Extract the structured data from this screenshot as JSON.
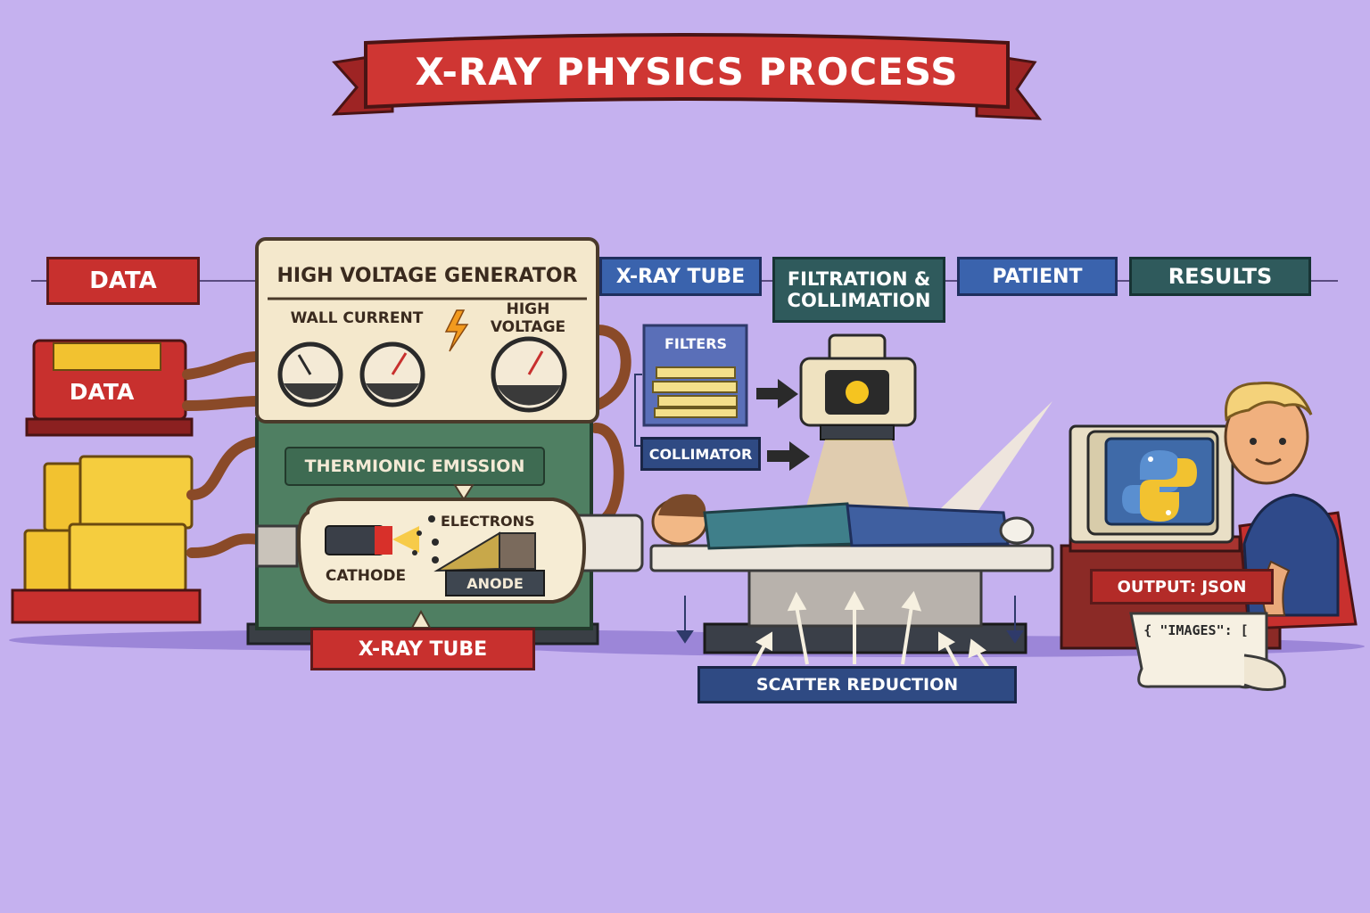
{
  "title": "X-RAY PHYSICS PROCESS",
  "stages": {
    "data": "DATA",
    "xray_tube": "X-RAY TUBE",
    "filtration": "FILTRATION &",
    "filtration_line2": "COLLIMATION",
    "patient": "PATIENT",
    "results": "RESULTS"
  },
  "data_folder_label": "DATA",
  "generator": {
    "title": "HIGH VOLTAGE GENERATOR",
    "wall_current": "WALL CURRENT",
    "high_voltage": "HIGH VOLTAGE"
  },
  "thermionic": "THERMIONIC EMISSION",
  "tube": {
    "electrons": "ELECTRONS",
    "cathode": "CATHODE",
    "anode": "ANODE",
    "label": "X-RAY TUBE"
  },
  "filters": "FILTERS",
  "collimator": "COLLIMATOR",
  "scatter": "SCATTER REDUCTION",
  "output": "OUTPUT: JSON",
  "json_snippet": "{ \"IMAGES\": [",
  "colors": {
    "background": "#c5b1ef",
    "banner_red": "#c8302e",
    "stage_blue": "#3a63ad",
    "stage_teal": "#2f5a5c",
    "machine_green": "#4f7f62",
    "folder_yellow": "#f2c230"
  }
}
